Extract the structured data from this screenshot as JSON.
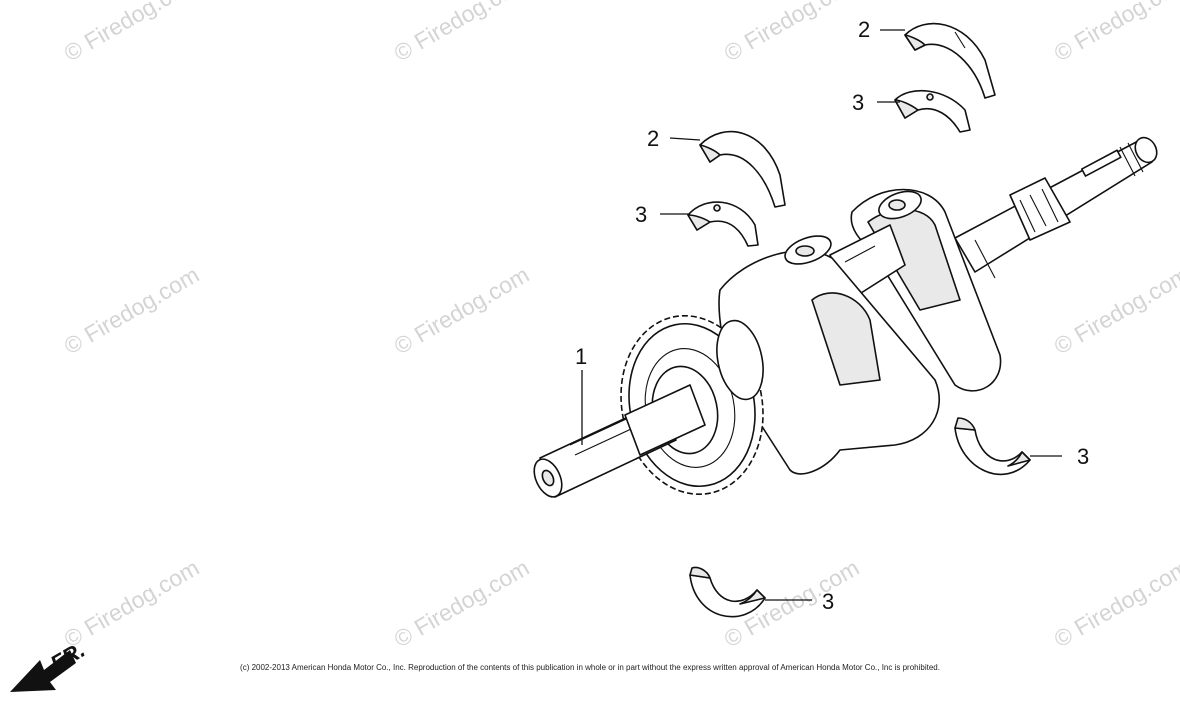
{
  "watermark": {
    "text": "© Firedog.com"
  },
  "callouts": {
    "crankshaft": "1",
    "bearing_upper_a": "2",
    "bearing_lower_a": "3",
    "bearing_upper_b": "2",
    "bearing_lower_b": "3",
    "bearing_right": "3",
    "bearing_bottom": "3"
  },
  "direction_label": "FR.",
  "copyright": "(c) 2002-2013 American Honda Motor Co., Inc. Reproduction of the contents of this publication in whole or in part without the express written approval of American Honda Motor Co., Inc is prohibited.",
  "colors": {
    "line": "#111111",
    "watermark": "#d4d4d4",
    "background": "#ffffff"
  }
}
